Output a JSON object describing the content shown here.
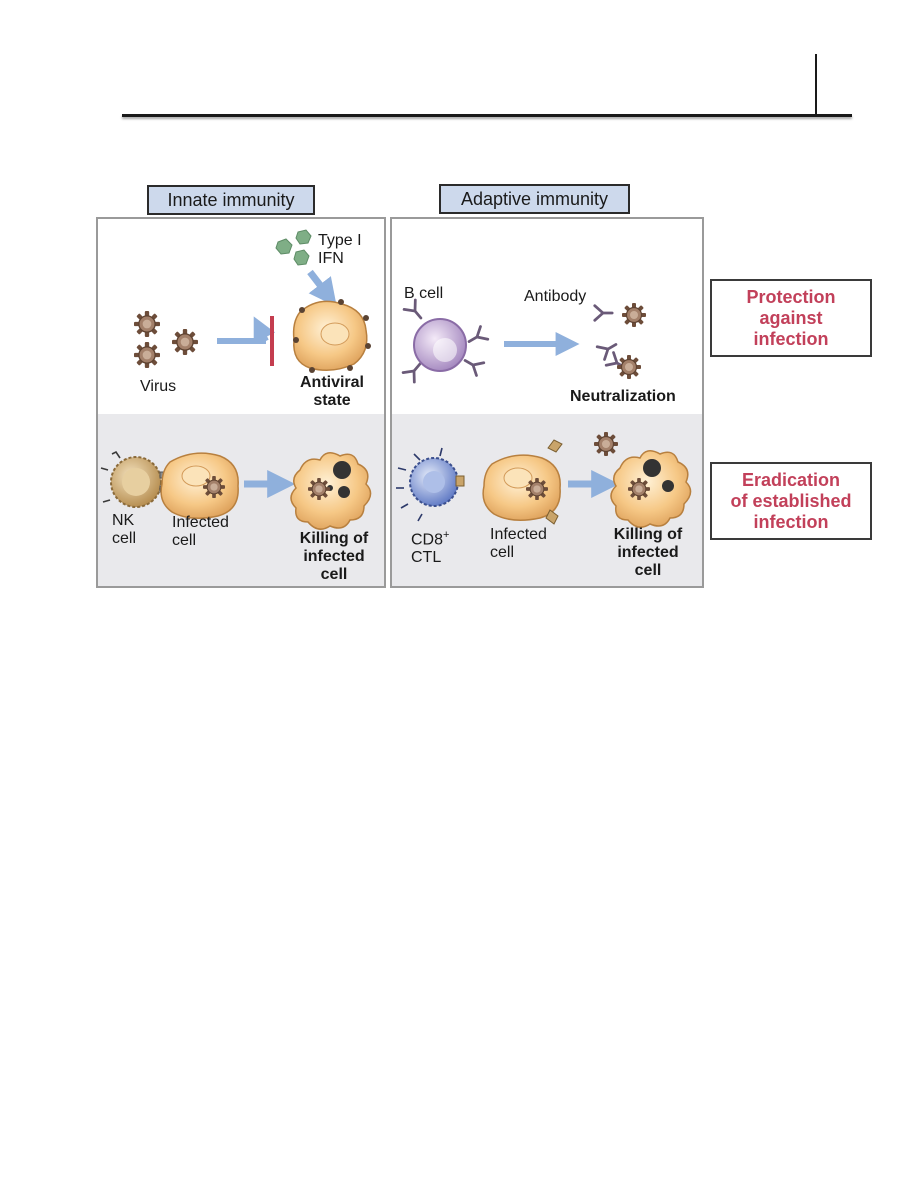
{
  "innate": {
    "header": "Innate immunity",
    "virus_label": "Virus",
    "ifn_label": "Type I\nIFN",
    "antiviral_label": "Antiviral\nstate",
    "nk_label": "NK\ncell",
    "infected_label": "Infected\ncell",
    "killing_label": "Killing of\ninfected\ncell"
  },
  "adaptive": {
    "header": "Adaptive immunity",
    "bcell_label": "B cell",
    "antibody_label": "Antibody",
    "neutralization_label": "Neutralization",
    "ctl_label": "CD8+\nCTL",
    "infected_label": "Infected\ncell",
    "killing_label": "Killing of\ninfected\ncell"
  },
  "outcomes": {
    "protection": "Protection\nagainst\ninfection",
    "eradication": "Eradication\nof established\ninfection"
  },
  "colors": {
    "header_fill": "#cdd9ec",
    "outcome_text": "#c2405a",
    "arrow": "#8fb0dc",
    "infected_cell": "#f6c886",
    "virus": "#8c6a55",
    "nk_cell": "#c9a46a",
    "b_cell": "#c5aed6",
    "ctl_cell": "#7f98d6",
    "ifn": "#7fae86",
    "block_bar": "#c43d4f"
  }
}
